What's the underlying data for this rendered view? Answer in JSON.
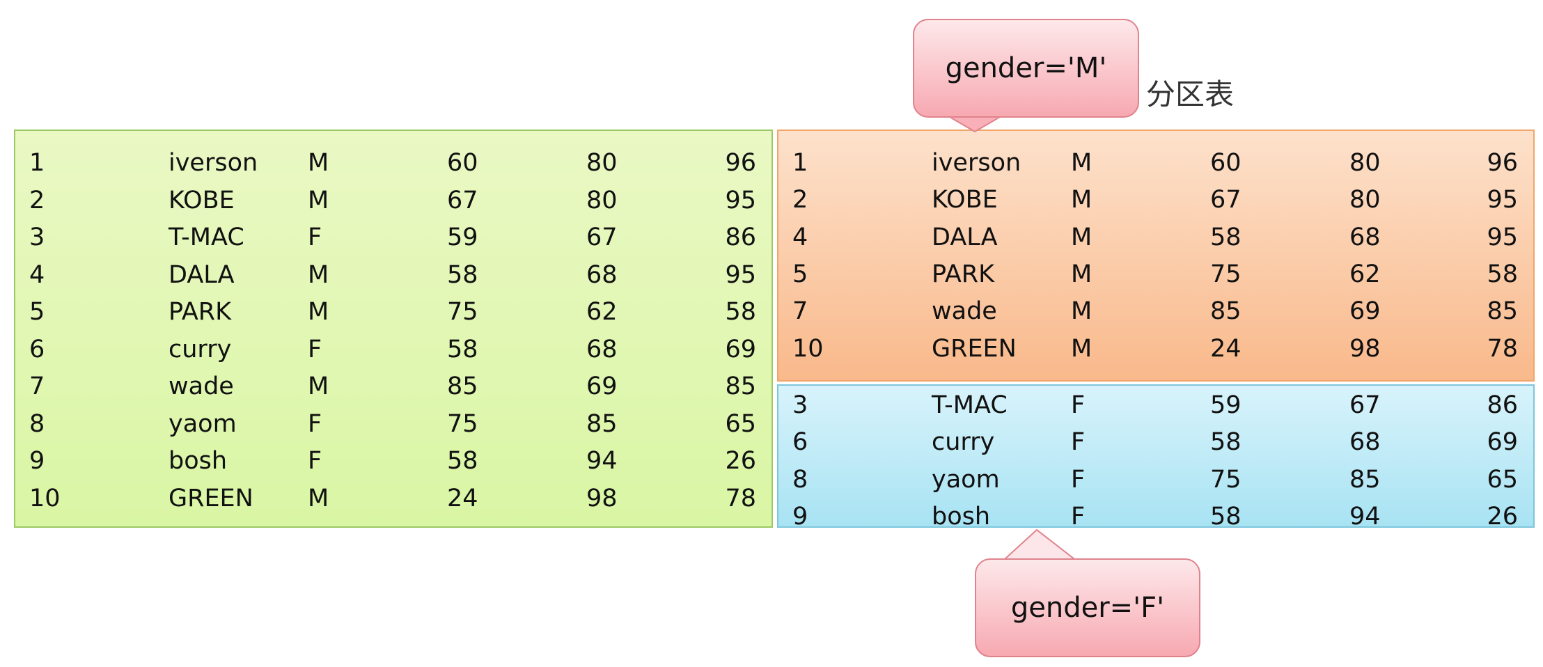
{
  "source_table": {
    "rows": [
      [
        "1",
        "iverson",
        "M",
        "60",
        "80",
        "96"
      ],
      [
        "2",
        "KOBE",
        "M",
        "67",
        "80",
        "95"
      ],
      [
        "3",
        "T-MAC",
        "F",
        "59",
        "67",
        "86"
      ],
      [
        "4",
        "DALA",
        "M",
        "58",
        "68",
        "95"
      ],
      [
        "5",
        "PARK",
        "M",
        "75",
        "62",
        "58"
      ],
      [
        "6",
        "curry",
        "F",
        "58",
        "68",
        "69"
      ],
      [
        "7",
        "wade",
        "M",
        "85",
        "69",
        "85"
      ],
      [
        "8",
        "yaom",
        "F",
        "75",
        "85",
        "65"
      ],
      [
        "9",
        "bosh",
        "F",
        "58",
        "94",
        "26"
      ],
      [
        "10",
        "GREEN",
        "M",
        "24",
        "98",
        "78"
      ]
    ]
  },
  "partition_m": {
    "rows": [
      [
        "1",
        "iverson",
        "M",
        "60",
        "80",
        "96"
      ],
      [
        "2",
        "KOBE",
        "M",
        "67",
        "80",
        "95"
      ],
      [
        "4",
        "DALA",
        "M",
        "58",
        "68",
        "95"
      ],
      [
        "5",
        "PARK",
        "M",
        "75",
        "62",
        "58"
      ],
      [
        "7",
        "wade",
        "M",
        "85",
        "69",
        "85"
      ],
      [
        "10",
        "GREEN",
        "M",
        "24",
        "98",
        "78"
      ]
    ]
  },
  "partition_f": {
    "rows": [
      [
        "3",
        "T-MAC",
        "F",
        "59",
        "67",
        "86"
      ],
      [
        "6",
        "curry",
        "F",
        "58",
        "68",
        "69"
      ],
      [
        "8",
        "yaom",
        "F",
        "75",
        "85",
        "65"
      ],
      [
        "9",
        "bosh",
        "F",
        "58",
        "94",
        "26"
      ]
    ]
  },
  "callouts": {
    "m_label": "gender='M'",
    "f_label": "gender='F'"
  },
  "partition_label": "分区表",
  "colors": {
    "source_fill": "#d9f6a4",
    "partition_m_fill": "#f9b98b",
    "partition_f_fill": "#a8e3f3",
    "callout_fill": "#f7a9b1"
  }
}
